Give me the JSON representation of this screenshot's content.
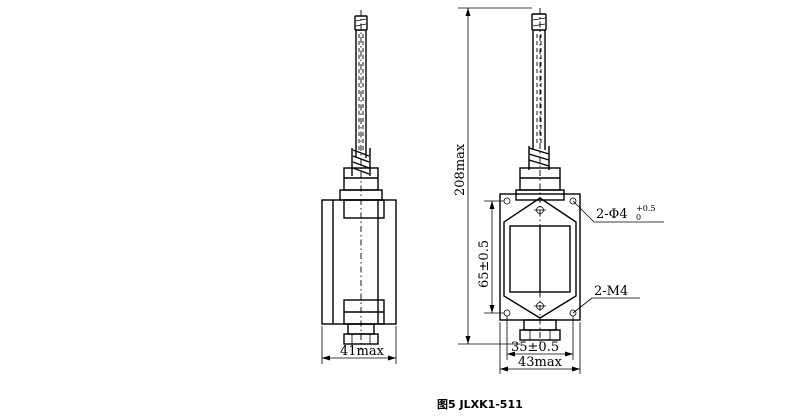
{
  "caption": "图5 JLXK1-511",
  "dimensions": {
    "side_width": "41max",
    "overall_height": "208max",
    "hole_spacing_vertical": "65±0.5",
    "hole_spacing_horizontal": "35±0.5",
    "front_width": "43max",
    "mount_holes_prefix": "2-Φ4",
    "mount_holes_sup": "+0.5",
    "mount_holes_sub": "0",
    "thread_label": "2-M4"
  }
}
